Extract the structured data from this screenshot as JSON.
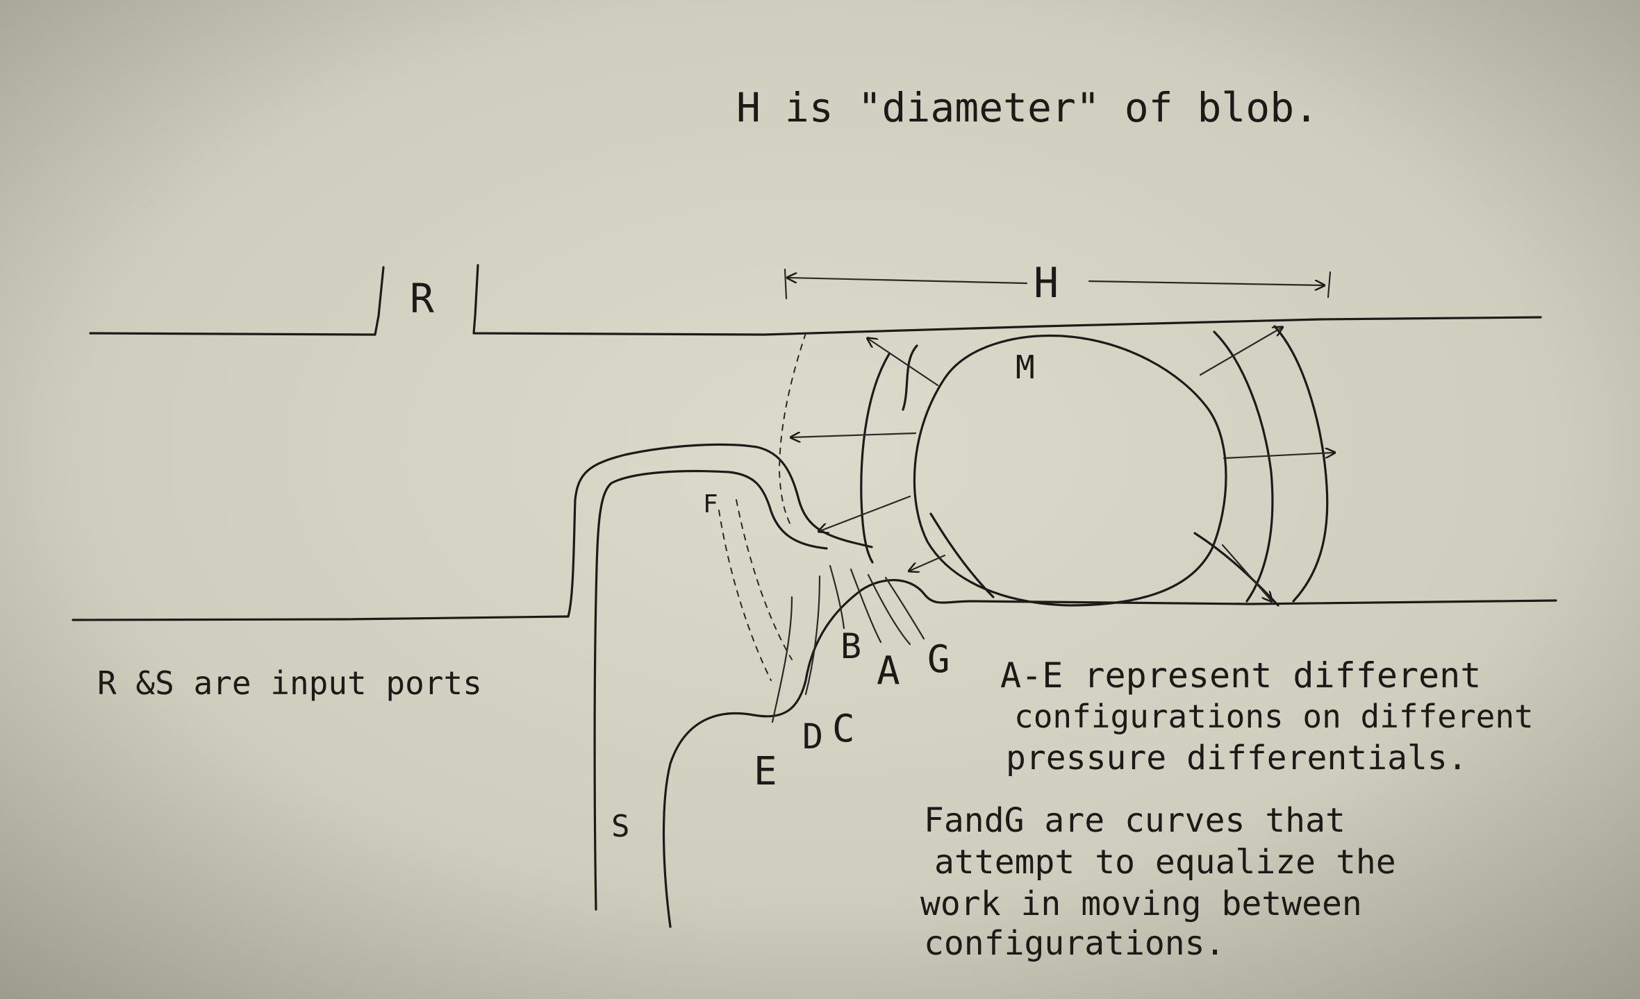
{
  "notes": {
    "title": "H is \"diameter\" of blob.",
    "ports": "R &S are input ports",
    "configs_line1": "A-E represent different",
    "configs_line2": "configurations on different",
    "configs_line3": "pressure differentials.",
    "curves_line1": "FandG are curves that",
    "curves_line2": "attempt to equalize the",
    "curves_line3": "work in moving between",
    "curves_line4": "configurations."
  },
  "labels": {
    "port_r": "R",
    "port_s": "S",
    "dimension_h": "H",
    "blob_m": "M",
    "curve_f": "F",
    "curve_g": "G",
    "config_a": "A",
    "config_b": "B",
    "config_c": "C",
    "config_d": "D",
    "config_e": "E"
  },
  "colors": {
    "paper": "#d8d6c6",
    "ink": "#1c1b18"
  }
}
